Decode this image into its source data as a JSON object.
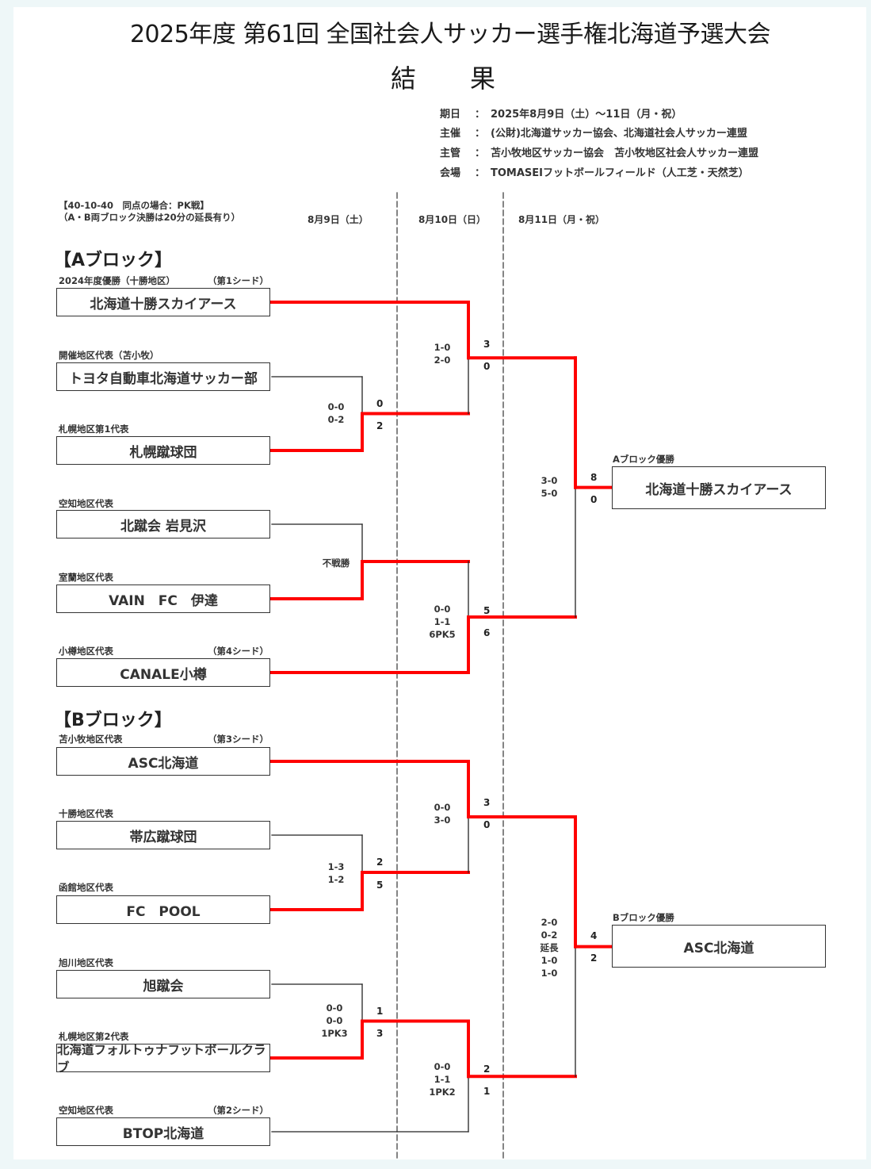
{
  "header": {
    "title": "2025年度 第61回 全国社会人サッカー選手権北海道予選大会",
    "subtitle": "結　果",
    "info": [
      {
        "key": "期日",
        "sep": "：",
        "value": "2025年8月9日（土）～11日（月・祝）"
      },
      {
        "key": "主催",
        "sep": "：",
        "value": "(公財)北海道サッカー協会、北海道社会人サッカー連盟"
      },
      {
        "key": "主管",
        "sep": "：",
        "value": "苫小牧地区サッカー協会　苫小牧地区社会人サッカー連盟"
      },
      {
        "key": "会場",
        "sep": "：",
        "value": "TOMASEIフットボールフィールド（人工芝・天然芝）"
      }
    ]
  },
  "rules": {
    "line1": "【40-10-40　同点の場合：PK戦】",
    "line2": "（A・B両ブロック決勝は20分の延長有り）"
  },
  "days": [
    "8月9日（土）",
    "8月10日（日）",
    "8月11日（月・祝）"
  ],
  "line_colors": {
    "winner": "#ff0000",
    "loser": "#222222"
  },
  "block_a": {
    "title": "【Aブロック】",
    "teams": [
      {
        "region": "2024年度優勝（十勝地区）",
        "seed": "（第1シード）",
        "name": "北海道十勝スカイアース"
      },
      {
        "region": "開催地区代表（苫小牧）",
        "seed": "",
        "name": "トヨタ自動車北海道サッカー部"
      },
      {
        "region": "札幌地区第1代表",
        "seed": "",
        "name": "札幌蹴球団"
      },
      {
        "region": "空知地区代表",
        "seed": "",
        "name": "北蹴会 岩見沢"
      },
      {
        "region": "室蘭地区代表",
        "seed": "",
        "name": "VAIN　FC　伊達"
      },
      {
        "region": "小樽地区代表",
        "seed": "（第4シード）",
        "name": "CANALE小樽"
      }
    ],
    "r1": [
      {
        "match": "トヨタ自動車北海道サッカー部 vs 札幌蹴球団",
        "halves": [
          "0-0",
          "0-2"
        ],
        "score_top": "0",
        "score_bottom": "2",
        "winner": "bottom"
      },
      {
        "match": "北蹴会 岩見沢 vs VAIN FC 伊達",
        "halves": [
          "不戦勝"
        ],
        "score_top": "",
        "score_bottom": "",
        "winner": "bottom"
      }
    ],
    "r2": [
      {
        "match": "北海道十勝スカイアース vs 札幌蹴球団",
        "halves": [
          "1-0",
          "2-0"
        ],
        "score_top": "3",
        "score_bottom": "0",
        "winner": "top"
      },
      {
        "match": "VAIN FC 伊達 vs CANALE小樽",
        "halves": [
          "0-0",
          "1-1",
          "6PK5"
        ],
        "score_top": "5",
        "score_bottom": "6",
        "winner": "bottom"
      }
    ],
    "final": {
      "halves": [
        "3-0",
        "5-0"
      ],
      "score_top": "8",
      "score_bottom": "0",
      "winner": "top"
    },
    "champion_label": "Aブロック優勝",
    "champion": "北海道十勝スカイアース"
  },
  "block_b": {
    "title": "【Bブロック】",
    "teams": [
      {
        "region": "苫小牧地区代表",
        "seed": "（第3シード）",
        "name": "ASC北海道"
      },
      {
        "region": "十勝地区代表",
        "seed": "",
        "name": "帯広蹴球団"
      },
      {
        "region": "函館地区代表",
        "seed": "",
        "name": "FC　POOL"
      },
      {
        "region": "旭川地区代表",
        "seed": "",
        "name": "旭蹴会"
      },
      {
        "region": "札幌地区第2代表",
        "seed": "",
        "name": "北海道フォルトゥナフットボールクラブ"
      },
      {
        "region": "空知地区代表",
        "seed": "（第2シード）",
        "name": "BTOP北海道"
      }
    ],
    "r1": [
      {
        "match": "帯広蹴球団 vs FC POOL",
        "halves": [
          "1-3",
          "1-2"
        ],
        "score_top": "2",
        "score_bottom": "5",
        "winner": "bottom"
      },
      {
        "match": "旭蹴会 vs 北海道フォルトゥナフットボールクラブ",
        "halves": [
          "0-0",
          "0-0",
          "1PK3"
        ],
        "score_top": "1",
        "score_bottom": "3",
        "winner": "bottom"
      }
    ],
    "r2": [
      {
        "match": "ASC北海道 vs FC POOL",
        "halves": [
          "0-0",
          "3-0"
        ],
        "score_top": "3",
        "score_bottom": "0",
        "winner": "top"
      },
      {
        "match": "北海道フォルトゥナフットボールクラブ vs BTOP北海道",
        "halves": [
          "0-0",
          "1-1",
          "1PK2"
        ],
        "score_top": "2",
        "score_bottom": "1",
        "winner": "top"
      }
    ],
    "final": {
      "halves": [
        "2-0",
        "0-2",
        "延長",
        "1-0",
        "1-0"
      ],
      "score_top": "4",
      "score_bottom": "2",
      "winner": "top"
    },
    "champion_label": "Bブロック優勝",
    "champion": "ASC北海道"
  }
}
